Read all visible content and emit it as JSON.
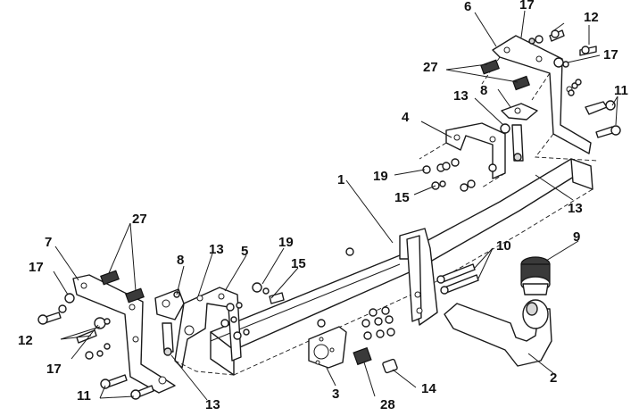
{
  "callouts": [
    {
      "id": "c6",
      "text": "6"
    },
    {
      "id": "c17a",
      "text": "17"
    },
    {
      "id": "c12a",
      "text": "12"
    },
    {
      "id": "c17b",
      "text": "17"
    },
    {
      "id": "c27a",
      "text": "27"
    },
    {
      "id": "c8a",
      "text": "8"
    },
    {
      "id": "c11a",
      "text": "11"
    },
    {
      "id": "c13a",
      "text": "13"
    },
    {
      "id": "c4",
      "text": "4"
    },
    {
      "id": "c19a",
      "text": "19"
    },
    {
      "id": "c15a",
      "text": "15"
    },
    {
      "id": "c1",
      "text": "1"
    },
    {
      "id": "c13b",
      "text": "13"
    },
    {
      "id": "c9",
      "text": "9"
    },
    {
      "id": "c10",
      "text": "10"
    },
    {
      "id": "c27b",
      "text": "27"
    },
    {
      "id": "c7",
      "text": "7"
    },
    {
      "id": "c8b",
      "text": "8"
    },
    {
      "id": "c13c",
      "text": "13"
    },
    {
      "id": "c5",
      "text": "5"
    },
    {
      "id": "c19b",
      "text": "19"
    },
    {
      "id": "c15b",
      "text": "15"
    },
    {
      "id": "c17c",
      "text": "17"
    },
    {
      "id": "c12b",
      "text": "12"
    },
    {
      "id": "c17d",
      "text": "17"
    },
    {
      "id": "c11b",
      "text": "11"
    },
    {
      "id": "c13d",
      "text": "13"
    },
    {
      "id": "c3",
      "text": "3"
    },
    {
      "id": "c28",
      "text": "28"
    },
    {
      "id": "c14",
      "text": "14"
    },
    {
      "id": "c2",
      "text": "2"
    }
  ]
}
